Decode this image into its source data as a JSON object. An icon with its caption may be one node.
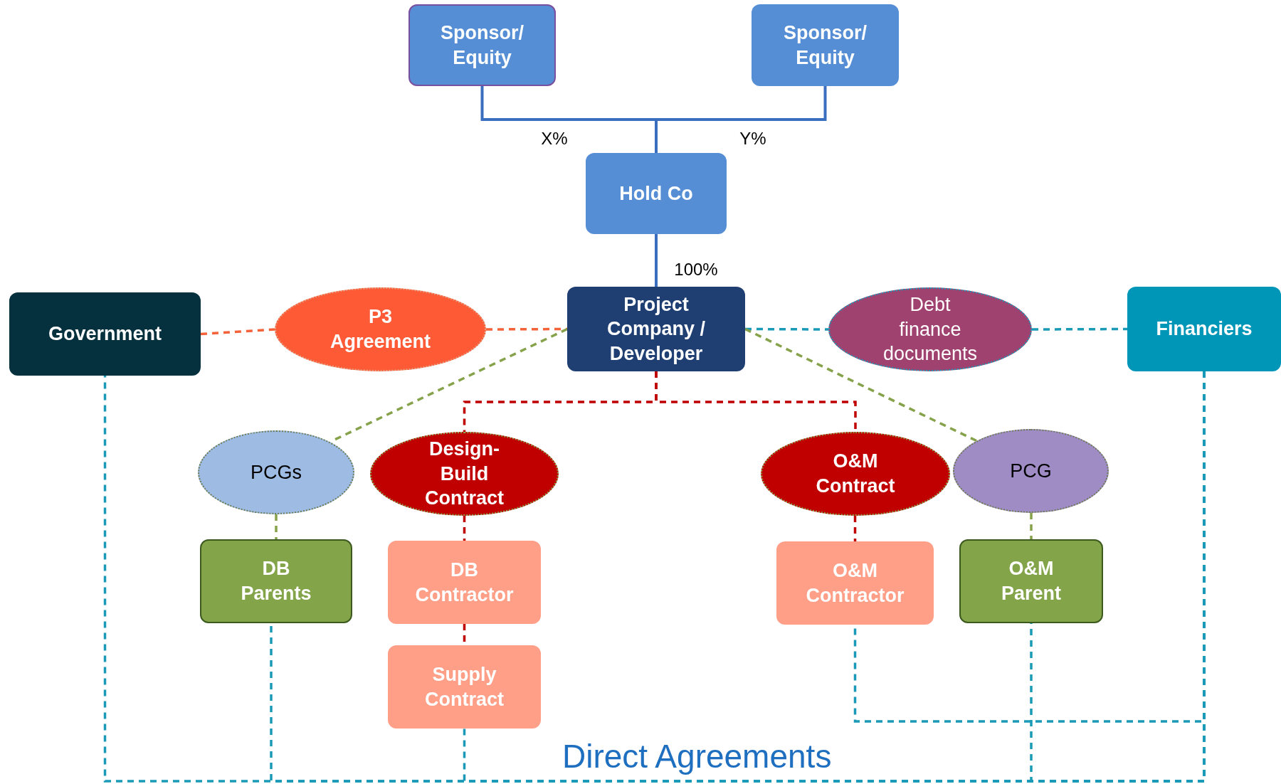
{
  "diagram": {
    "nodes": [
      {
        "text": [
          "Sponsor/ Equity"
        ]
      },
      {
        "text": [
          "Sponsor/ Equity"
        ]
      },
      {
        "text": [
          "Hold Co"
        ]
      },
      {
        "text": [
          "Government"
        ]
      },
      {
        "text": [
          "P3 Agreement"
        ]
      },
      {
        "text": [
          "Project Company / Developer"
        ]
      },
      {
        "text": [
          "Debt finance documents"
        ]
      },
      {
        "text": [
          "Financiers"
        ]
      },
      {
        "text": [
          "PCGs"
        ]
      },
      {
        "text": [
          "Design- Build Contract"
        ]
      },
      {
        "text": [
          "O&M Contract"
        ]
      },
      {
        "text": [
          "PCG"
        ]
      },
      {
        "text": [
          "DB Parents"
        ]
      },
      {
        "text": [
          "DB Contractor"
        ]
      },
      {
        "text": [
          "O&M Contractor"
        ]
      },
      {
        "text": [
          "O&M Parent"
        ]
      },
      {
        "text": [
          "Supply Contract"
        ]
      }
    ],
    "edges": [
      {
        "from": 0,
        "to": 2,
        "arrow": "none",
        "label": "X%",
        "color": "#3a6fc0"
      },
      {
        "from": 1,
        "to": 2,
        "arrow": "none",
        "label": "Y%",
        "color": "#3a6fc0"
      },
      {
        "from": 2,
        "to": 5,
        "arrow": "none",
        "label": "100%",
        "color": "#3a6fc0"
      },
      {
        "from": 3,
        "to": 4,
        "arrow": "none",
        "style": "dashed",
        "color": "#f4623a"
      },
      {
        "from": 4,
        "to": 5,
        "arrow": "none",
        "style": "dashed",
        "color": "#f4623a"
      },
      {
        "from": 5,
        "to": 6,
        "arrow": "none",
        "style": "dashed",
        "color": "#1b9ab8"
      },
      {
        "from": 6,
        "to": 7,
        "arrow": "none",
        "style": "dashed",
        "color": "#1b9ab8"
      },
      {
        "from": 5,
        "to": 8,
        "arrow": "none",
        "style": "dashed",
        "color": "#86a24a"
      },
      {
        "from": 5,
        "to": 11,
        "arrow": "none",
        "style": "dashed",
        "color": "#86a24a"
      },
      {
        "from": 5,
        "to": 9,
        "arrow": "none",
        "style": "dashed",
        "color": "#c00000"
      },
      {
        "from": 5,
        "to": 10,
        "arrow": "none",
        "style": "dashed",
        "color": "#c00000"
      },
      {
        "from": 8,
        "to": 12,
        "arrow": "none",
        "style": "dashed",
        "color": "#86a24a"
      },
      {
        "from": 9,
        "to": 13,
        "arrow": "none",
        "style": "dashed",
        "color": "#c00000"
      },
      {
        "from": 10,
        "to": 14,
        "arrow": "none",
        "style": "dashed",
        "color": "#c00000"
      },
      {
        "from": 11,
        "to": 15,
        "arrow": "none",
        "style": "dashed",
        "color": "#86a24a"
      },
      {
        "from": 13,
        "to": 16,
        "arrow": "none",
        "style": "dashed",
        "color": "#c00000"
      },
      {
        "from": 7,
        "to": 3,
        "arrow": "none",
        "style": "dashed",
        "color": "#1b9ab8"
      },
      {
        "from": 7,
        "to": 12,
        "arrow": "none",
        "style": "dashed",
        "color": "#1b9ab8"
      },
      {
        "from": 7,
        "to": 16,
        "arrow": "none",
        "style": "dashed",
        "color": "#1b9ab8"
      },
      {
        "from": 7,
        "to": 14,
        "arrow": "none",
        "style": "dashed",
        "color": "#1b9ab8"
      },
      {
        "from": 7,
        "to": 15,
        "arrow": "none",
        "style": "dashed",
        "color": "#1b9ab8"
      }
    ],
    "labels": [
      "Direct Agreements"
    ]
  }
}
